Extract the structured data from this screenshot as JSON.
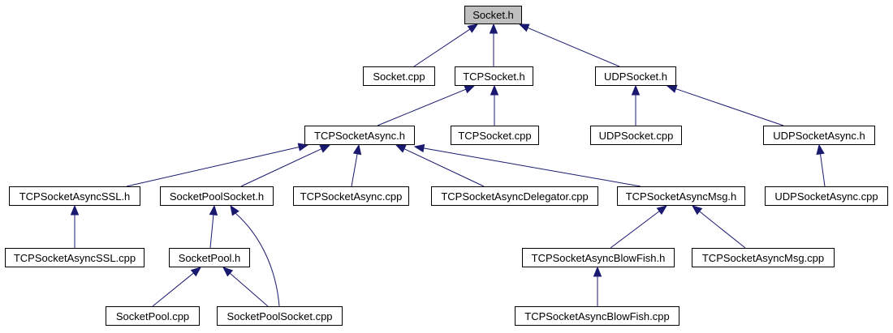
{
  "colors": {
    "edge": "#191970",
    "node_border": "#000000",
    "node_fill": "#ffffff",
    "root_fill": "#bfbfbf"
  },
  "nodes": [
    {
      "id": "socket_h",
      "label": "Socket.h",
      "root": true
    },
    {
      "id": "socket_cpp",
      "label": "Socket.cpp"
    },
    {
      "id": "tcpsocket_h",
      "label": "TCPSocket.h"
    },
    {
      "id": "udpsocket_h",
      "label": "UDPSocket.h"
    },
    {
      "id": "tcpsocketasync_h",
      "label": "TCPSocketAsync.h"
    },
    {
      "id": "tcpsocket_cpp",
      "label": "TCPSocket.cpp"
    },
    {
      "id": "udpsocket_cpp",
      "label": "UDPSocket.cpp"
    },
    {
      "id": "udpsocketasync_h",
      "label": "UDPSocketAsync.h"
    },
    {
      "id": "tcpsocketasyncssl_h",
      "label": "TCPSocketAsyncSSL.h"
    },
    {
      "id": "socketpoolsocket_h",
      "label": "SocketPoolSocket.h"
    },
    {
      "id": "tcpsocketasync_cpp",
      "label": "TCPSocketAsync.cpp"
    },
    {
      "id": "tcpsocketasyncdelegator_cpp",
      "label": "TCPSocketAsyncDelegator.cpp"
    },
    {
      "id": "tcpsocketasyncmsg_h",
      "label": "TCPSocketAsyncMsg.h"
    },
    {
      "id": "udpsocketasync_cpp",
      "label": "UDPSocketAsync.cpp"
    },
    {
      "id": "tcpsocketasyncssl_cpp",
      "label": "TCPSocketAsyncSSL.cpp"
    },
    {
      "id": "socketpool_h",
      "label": "SocketPool.h"
    },
    {
      "id": "tcpsocketasyncblowfish_h",
      "label": "TCPSocketAsyncBlowFish.h"
    },
    {
      "id": "tcpsocketasyncmsg_cpp",
      "label": "TCPSocketAsyncMsg.cpp"
    },
    {
      "id": "socketpool_cpp",
      "label": "SocketPool.cpp"
    },
    {
      "id": "socketpoolsocket_cpp",
      "label": "SocketPoolSocket.cpp"
    },
    {
      "id": "tcpsocketasyncblowfish_cpp",
      "label": "TCPSocketAsyncBlowFish.cpp"
    }
  ],
  "edges": [
    {
      "from": "socket_cpp",
      "to": "socket_h"
    },
    {
      "from": "tcpsocket_h",
      "to": "socket_h"
    },
    {
      "from": "udpsocket_h",
      "to": "socket_h"
    },
    {
      "from": "tcpsocketasync_h",
      "to": "tcpsocket_h"
    },
    {
      "from": "tcpsocket_cpp",
      "to": "tcpsocket_h"
    },
    {
      "from": "udpsocket_cpp",
      "to": "udpsocket_h"
    },
    {
      "from": "udpsocketasync_h",
      "to": "udpsocket_h"
    },
    {
      "from": "tcpsocketasyncssl_h",
      "to": "tcpsocketasync_h"
    },
    {
      "from": "socketpoolsocket_h",
      "to": "tcpsocketasync_h"
    },
    {
      "from": "tcpsocketasync_cpp",
      "to": "tcpsocketasync_h"
    },
    {
      "from": "tcpsocketasyncdelegator_cpp",
      "to": "tcpsocketasync_h"
    },
    {
      "from": "tcpsocketasyncmsg_h",
      "to": "tcpsocketasync_h"
    },
    {
      "from": "udpsocketasync_cpp",
      "to": "udpsocketasync_h"
    },
    {
      "from": "tcpsocketasyncssl_cpp",
      "to": "tcpsocketasyncssl_h"
    },
    {
      "from": "socketpool_h",
      "to": "socketpoolsocket_h"
    },
    {
      "from": "socketpoolsocket_cpp",
      "to": "socketpoolsocket_h"
    },
    {
      "from": "tcpsocketasyncblowfish_h",
      "to": "tcpsocketasyncmsg_h"
    },
    {
      "from": "tcpsocketasyncmsg_cpp",
      "to": "tcpsocketasyncmsg_h"
    },
    {
      "from": "socketpool_cpp",
      "to": "socketpool_h"
    },
    {
      "from": "socketpoolsocket_cpp",
      "to": "socketpool_h"
    },
    {
      "from": "tcpsocketasyncblowfish_cpp",
      "to": "tcpsocketasyncblowfish_h"
    }
  ]
}
